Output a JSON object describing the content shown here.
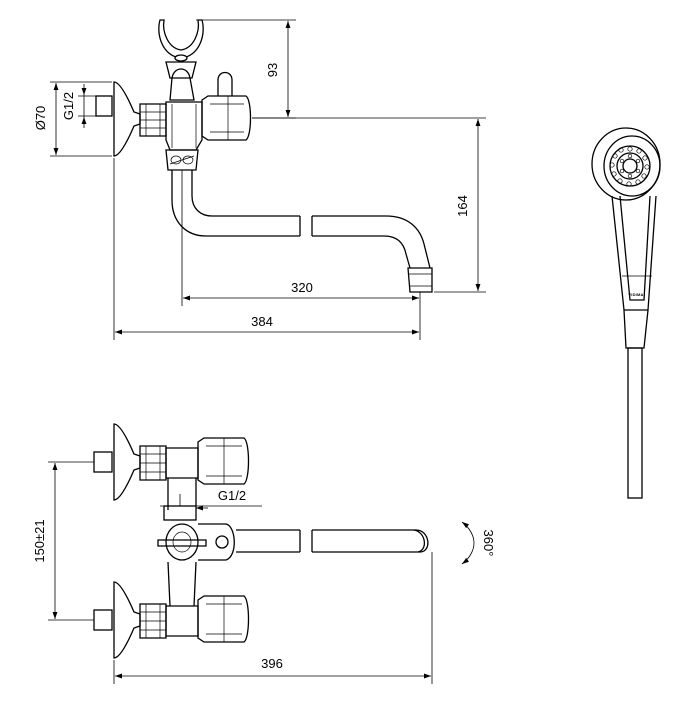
{
  "dimensions": {
    "diameter_flange": "Ø70",
    "thread_top": "G1/2",
    "height_shower_holder": "93",
    "height_spout": "164",
    "spout_length": "320",
    "overall_length_top": "384",
    "thread_bottom": "G1/2",
    "center_distance": "150±21",
    "overall_length_bottom": "396",
    "rotation": "360°"
  },
  "hand_shower": {
    "brand_mark": "VIDIMA"
  }
}
